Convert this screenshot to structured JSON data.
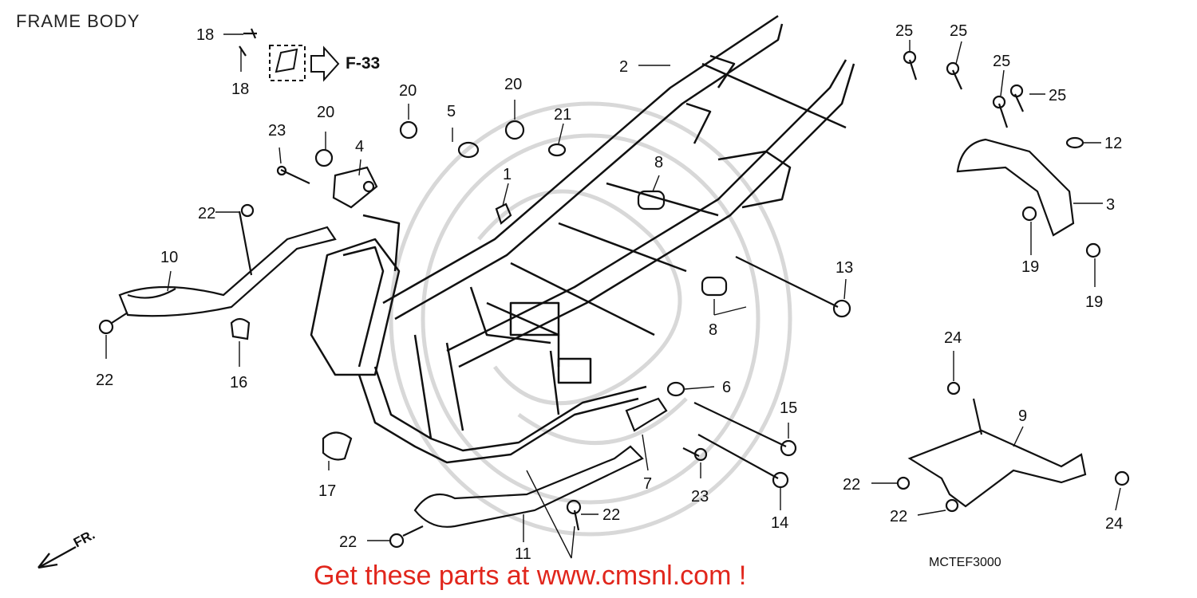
{
  "title": "FRAME BODY",
  "reference": "F-33",
  "front_marker": "FR.",
  "diagram_code": "MCTEF3000",
  "banner": "Get these parts at www.cmsnl.com !",
  "colors": {
    "line": "#111111",
    "banner": "#e1261c",
    "watermark": "#d8d8d8"
  },
  "callouts": [
    "18",
    "18",
    "2",
    "20",
    "5",
    "20",
    "21",
    "23",
    "20",
    "4",
    "1",
    "8",
    "22",
    "10",
    "22",
    "16",
    "17",
    "11",
    "22",
    "22",
    "7",
    "23",
    "6",
    "15",
    "14",
    "13",
    "8",
    "25",
    "25",
    "25",
    "25",
    "12",
    "3",
    "19",
    "19",
    "24",
    "9",
    "22",
    "22",
    "24"
  ]
}
